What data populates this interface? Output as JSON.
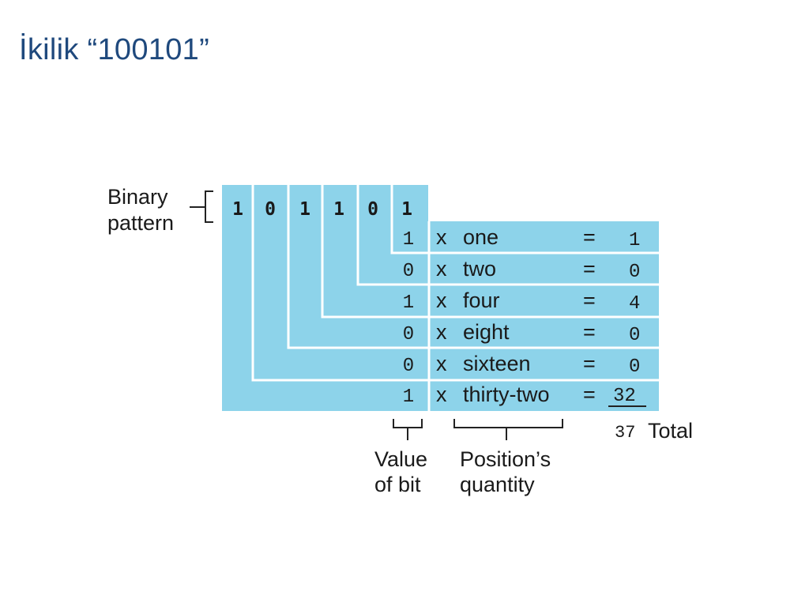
{
  "title": "İkilik “100101”",
  "colors": {
    "fill": "#8dd3ea",
    "title": "#1f497d",
    "text": "#1a1a1a"
  },
  "labels": {
    "binary_pattern": [
      "Binary",
      "pattern"
    ],
    "value_of_bit": [
      "Value",
      "of bit"
    ],
    "positions_quantity": [
      "Position’s",
      "quantity"
    ],
    "total": "Total"
  },
  "pattern_bits": [
    "1",
    "0",
    "1",
    "1",
    "0",
    "1"
  ],
  "rows": [
    {
      "bit": "1",
      "times": "x",
      "position": "one",
      "equals": "=",
      "result": "1"
    },
    {
      "bit": "0",
      "times": "x",
      "position": "two",
      "equals": "=",
      "result": "0"
    },
    {
      "bit": "1",
      "times": "x",
      "position": "four",
      "equals": "=",
      "result": "4"
    },
    {
      "bit": "0",
      "times": "x",
      "position": "eight",
      "equals": "=",
      "result": "0"
    },
    {
      "bit": "0",
      "times": "x",
      "position": "sixteen",
      "equals": "=",
      "result": "0"
    },
    {
      "bit": "1",
      "times": "x",
      "position": "thirty-two",
      "equals": "=",
      "result": "32"
    }
  ],
  "total_value": "37"
}
